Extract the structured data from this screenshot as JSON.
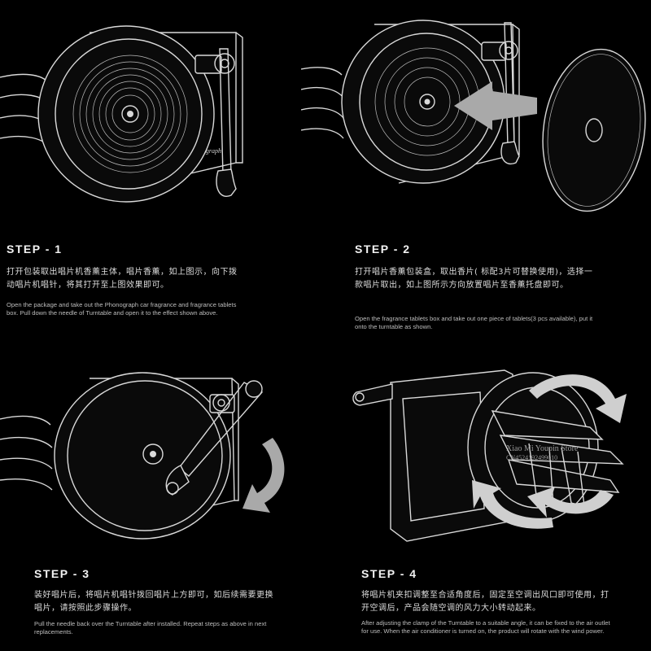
{
  "steps": [
    {
      "title": "STEP - 1",
      "zh": "打开包装取出唱片机香薰主体，唱片香薰，如上图示，向下拨动唱片机唱针，将其打开至上图效果即可。",
      "en": "Open the package and take out the Phonograph car fragrance and fragrance tablets box. Pull down the needle of Turntable and open it to the effect shown above."
    },
    {
      "title": "STEP - 2",
      "zh": "打开唱片香薰包装盒，取出香片( 标配3片可替换使用)，选择一款唱片取出，如上图所示方向放置唱片至香薰托盘即可。",
      "en": "Open the fragrance tablets box and take out one piece of tablets(3 pcs available), put it onto the turntable as shown."
    },
    {
      "title": "STEP - 3",
      "zh": "装好唱片后，将唱片机唱针拨回唱片上方即可，如后续需要更换唱片，请按照此步骤操作。",
      "en": "Pull the needle back over the Turntable after installed. Repeat steps as above in next replacements."
    },
    {
      "title": "STEP - 4",
      "zh": "将唱片机夹扣调整至合适角度后，固定至空调出风口即可使用，打开空调后，产品会随空调的风力大小转动起来。",
      "en": "After adjusting the clamp of the Turntable to a suitable angle, it can be fixed to the air outlet for use. When the air conditioner is turned on, the product will rotate with the wind power."
    }
  ],
  "device_logo_text": "Phonograph",
  "watermark": {
    "line1": "Xiao Mi Youpin Store",
    "line2": "CN4524192499010"
  },
  "icons": [
    "step1-illustration-icon",
    "step2-illustration-icon",
    "step3-illustration-icon",
    "step4-illustration-icon",
    "insert-arrow-icon",
    "rotate-down-arrow-icon",
    "rotate-cw-arrows-icon"
  ]
}
